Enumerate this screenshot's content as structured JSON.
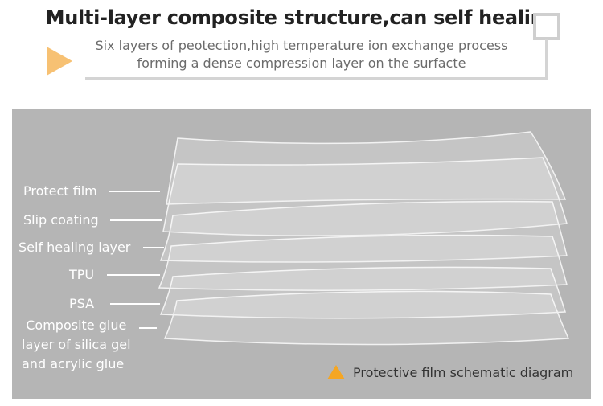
{
  "header": {
    "title": "Multi-layer composite structure,can self healing",
    "subtitle_lines": [
      "Six layers of peotection,high temperature ion exchange process",
      "forming a dense compression layer on the surfacte"
    ],
    "accent_color": "#f7c173",
    "bracket_color": "#d4d4d4"
  },
  "diagram": {
    "background_color": "#b5b5b5",
    "layer_labels": [
      "Protect film",
      "Slip coating",
      "Self healing layer",
      "TPU",
      "PSA"
    ],
    "composite_label_lines": [
      "Composite glue",
      "layer of silica gel",
      "and acrylic glue"
    ],
    "caption": "Protective film schematic diagram",
    "caption_color": "#f5a623"
  }
}
